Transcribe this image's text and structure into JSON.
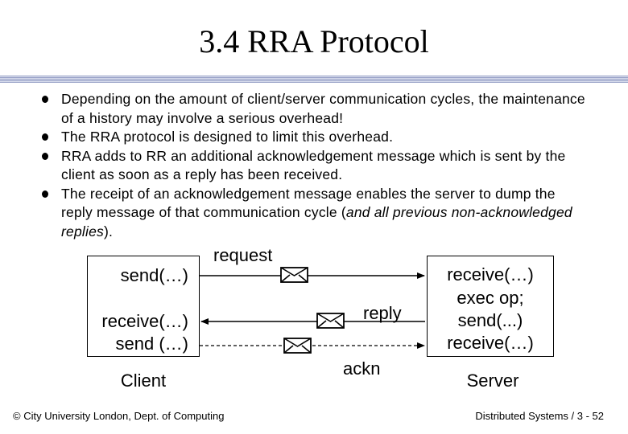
{
  "slide": {
    "title": "3.4 RRA Protocol",
    "bullets": [
      {
        "text": "Depending on the amount of client/server communication cycles, the maintenance of a history may involve a serious overhead!"
      },
      {
        "text": "The RRA protocol is designed to limit this overhead."
      },
      {
        "text": "RRA adds to RR an additional acknowledgement message which is sent by the client as soon as a reply has been received."
      },
      {
        "text": "The receipt of an acknowledgement message enables the server to dump the reply message of that communication cycle (",
        "italic": "and all previous non-acknowledged replies",
        "tail": ")."
      }
    ]
  },
  "diagram": {
    "client": {
      "lines": [
        "send(…)",
        "receive(…)",
        "send (…)"
      ],
      "label": "Client"
    },
    "server": {
      "lines": [
        "receive(…)",
        "exec op;",
        "send(...)",
        "receive(…)"
      ],
      "label": "Server"
    },
    "messages": {
      "request": "request",
      "reply": "reply",
      "ackn": "ackn"
    }
  },
  "footer": {
    "left": "© City University London, Dept. of Computing",
    "right": "Distributed Systems / 3 - 52"
  }
}
